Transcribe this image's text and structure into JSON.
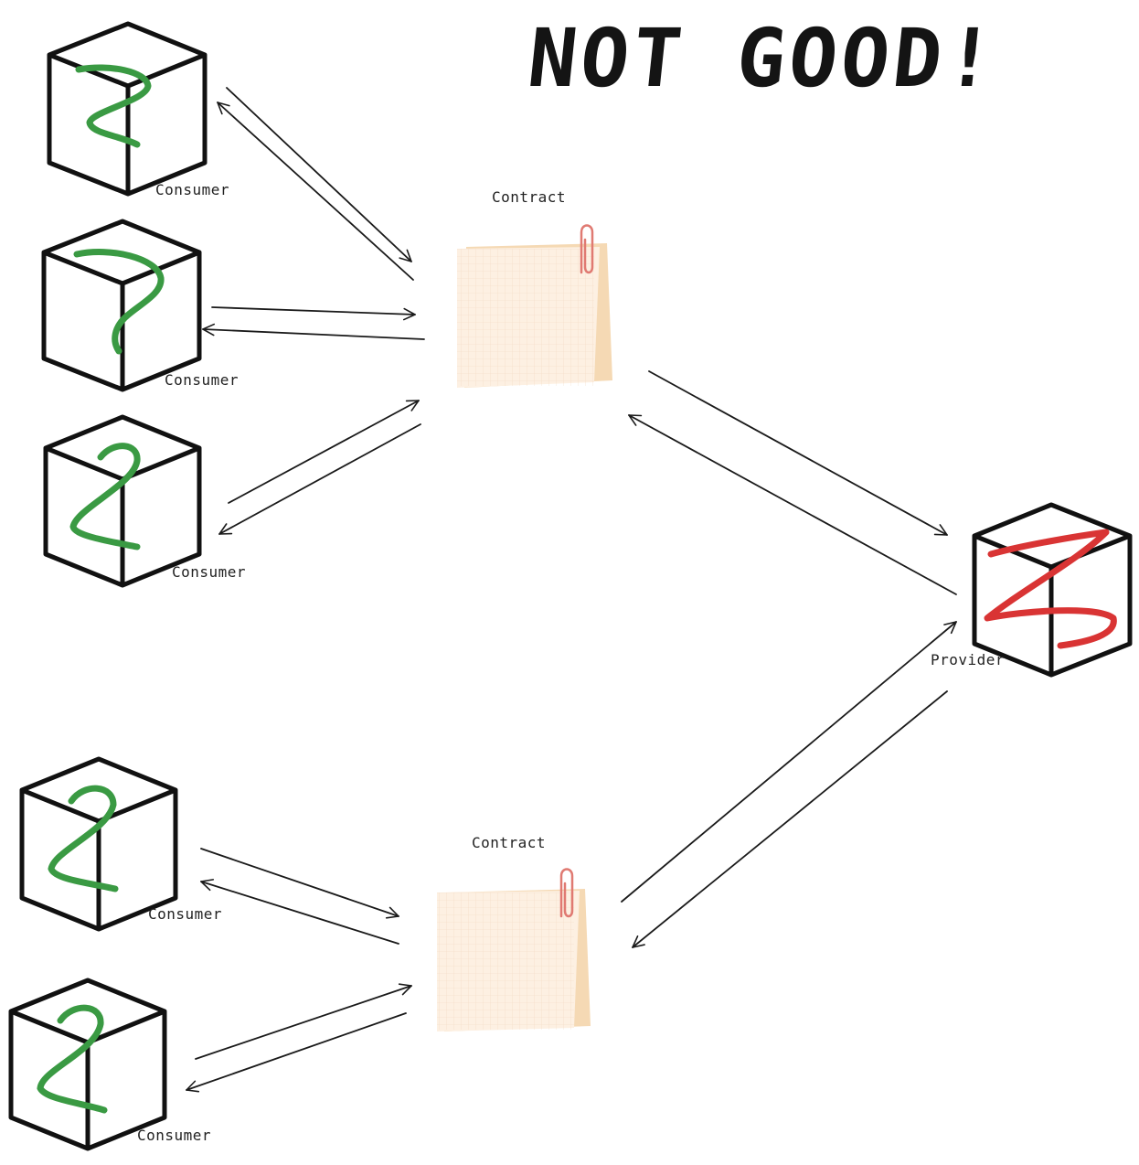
{
  "title": "NOT GOOD!",
  "colors": {
    "ink": "#111111",
    "consumer_mark": "#3a9a43",
    "provider_mark": "#d93434",
    "note_paper": "#fdf0e2",
    "note_shadow": "#f5d9b4",
    "note_grid": "#f1d9c3",
    "clip": "#e07a72"
  },
  "icons": {
    "consumer": "cube-icon",
    "provider": "cube-icon",
    "contract": "sticky-note-icon",
    "clip": "paperclip-icon"
  },
  "consumers": [
    {
      "label": "Consumer",
      "version": "2"
    },
    {
      "label": "Consumer",
      "version": "?"
    },
    {
      "label": "Consumer",
      "version": "2"
    },
    {
      "label": "Consumer",
      "version": "2"
    },
    {
      "label": "Consumer",
      "version": "2"
    }
  ],
  "contracts": [
    {
      "label": "Contract"
    },
    {
      "label": "Contract"
    }
  ],
  "provider": {
    "label": "Provider",
    "version": "3"
  }
}
